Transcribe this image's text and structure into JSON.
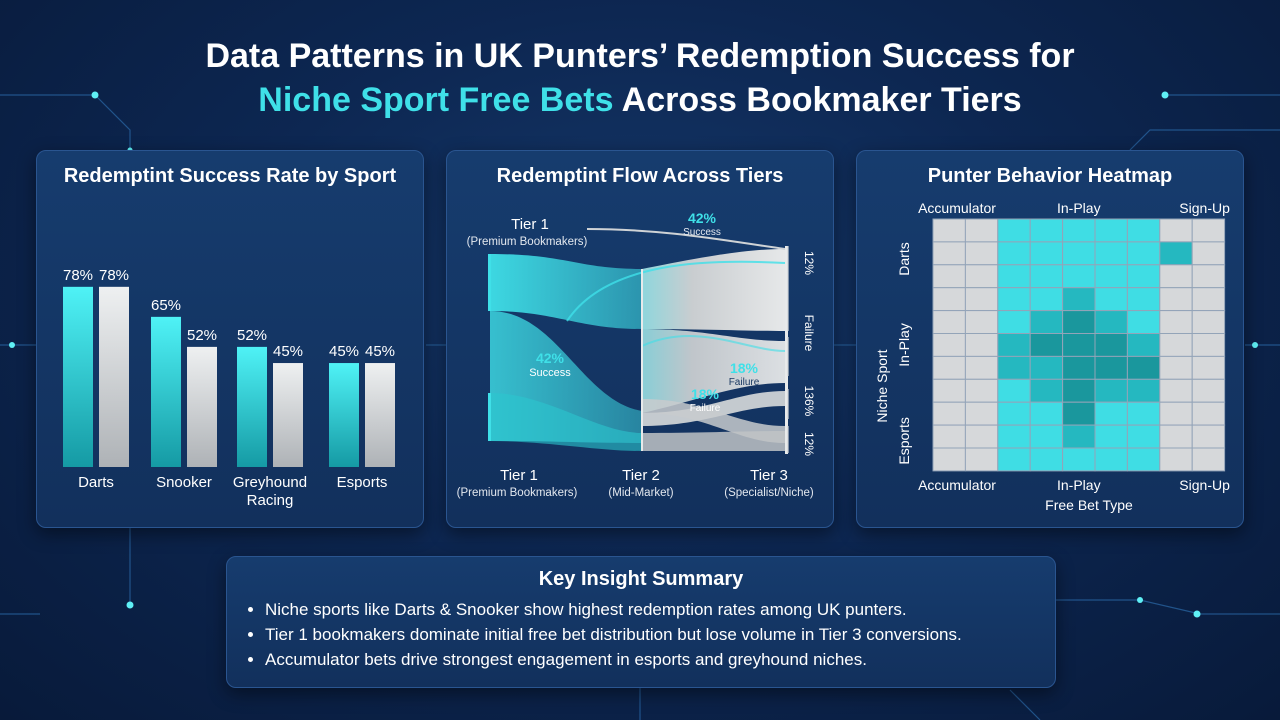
{
  "title": {
    "line1": "Data Patterns in UK Punters’ Redemption Success for",
    "line2_accent": "Niche Sport Free Bets",
    "line2_rest": " Across Bookmaker Tiers"
  },
  "colors": {
    "accent": "#3fe0e8",
    "accent_dark": "#1ba7ae",
    "grey": "#d6d8da",
    "heat_mid": "#2ad4de",
    "heat_dark": "#1b9aa0"
  },
  "bar_panel": {
    "title": "Redemptint Success Rate by Sport"
  },
  "flow_panel": {
    "title": "Redemptint Flow Across Tiers"
  },
  "heat_panel": {
    "title": "Punter Behavior Heatmap"
  },
  "chart_data": [
    {
      "type": "bar",
      "categories": [
        "Darts",
        "Snooker",
        "Greyhound Racing",
        "Esports"
      ],
      "series": [
        {
          "values": [
            78,
            65,
            52,
            45
          ]
        },
        {
          "values": [
            78,
            52,
            45,
            45
          ]
        }
      ],
      "data_labels": [
        [
          "78%",
          "78%"
        ],
        [
          "65%",
          "52%"
        ],
        [
          "52%",
          "45%"
        ],
        [
          "45%",
          "45%"
        ]
      ],
      "ylim": [
        0,
        100
      ]
    },
    {
      "type": "sankey",
      "nodes": [
        {
          "label": "Tier 1",
          "sub": "(Premium Bookmakers)"
        },
        {
          "label": "Tier 2",
          "sub": "(Mid-Market)"
        },
        {
          "label": "Tier 3",
          "sub": "(Specialist/Niche)"
        }
      ],
      "top_label": {
        "label": "Tier 1",
        "sub": "(Premium Bookmakers)"
      },
      "annotations": [
        {
          "value": "42%",
          "text": "Success"
        },
        {
          "value": "42%",
          "text": "Success"
        },
        {
          "value": "18%",
          "text": "Failure"
        },
        {
          "value": "18%",
          "text": "Failure"
        }
      ],
      "right_labels": [
        "12%",
        "Failure",
        "136%",
        "12%"
      ]
    },
    {
      "type": "heatmap",
      "x_ticks": [
        "Accumulator",
        "In-Play",
        "Sign-Up"
      ],
      "y_ticks": [
        "Darts",
        "In-Play",
        "Esports"
      ],
      "xlabel": "Free Bet Type",
      "ylabel": "Niche Sport",
      "levels": [
        [
          0,
          0,
          1,
          1,
          1,
          1,
          1,
          0,
          0
        ],
        [
          0,
          0,
          1,
          1,
          1,
          1,
          1,
          2,
          0
        ],
        [
          0,
          0,
          1,
          1,
          1,
          1,
          1,
          0,
          0
        ],
        [
          0,
          0,
          1,
          1,
          2,
          1,
          1,
          0,
          0
        ],
        [
          0,
          0,
          1,
          2,
          3,
          2,
          1,
          0,
          0
        ],
        [
          0,
          0,
          2,
          3,
          3,
          3,
          2,
          0,
          0
        ],
        [
          0,
          0,
          2,
          2,
          3,
          3,
          3,
          0,
          0
        ],
        [
          0,
          0,
          1,
          2,
          3,
          2,
          2,
          0,
          0
        ],
        [
          0,
          0,
          1,
          1,
          3,
          1,
          1,
          0,
          0
        ],
        [
          0,
          0,
          1,
          1,
          2,
          1,
          1,
          0,
          0
        ],
        [
          0,
          0,
          1,
          1,
          1,
          1,
          1,
          0,
          0
        ]
      ],
      "level_colors": [
        "#d6d8da",
        "#3fdde4",
        "#25b8c0",
        "#1a979d"
      ]
    }
  ],
  "summary": {
    "title": "Key Insight Summary",
    "bullets": [
      "Niche sports like Darts & Snooker show highest redemption rates among UK punters.",
      "Tier 1 bookmakers dominate initial free bet distribution but lose volume in Tier 3 conversions.",
      "Accumulator bets drive strongest engagement in esports and greyhound niches."
    ]
  }
}
